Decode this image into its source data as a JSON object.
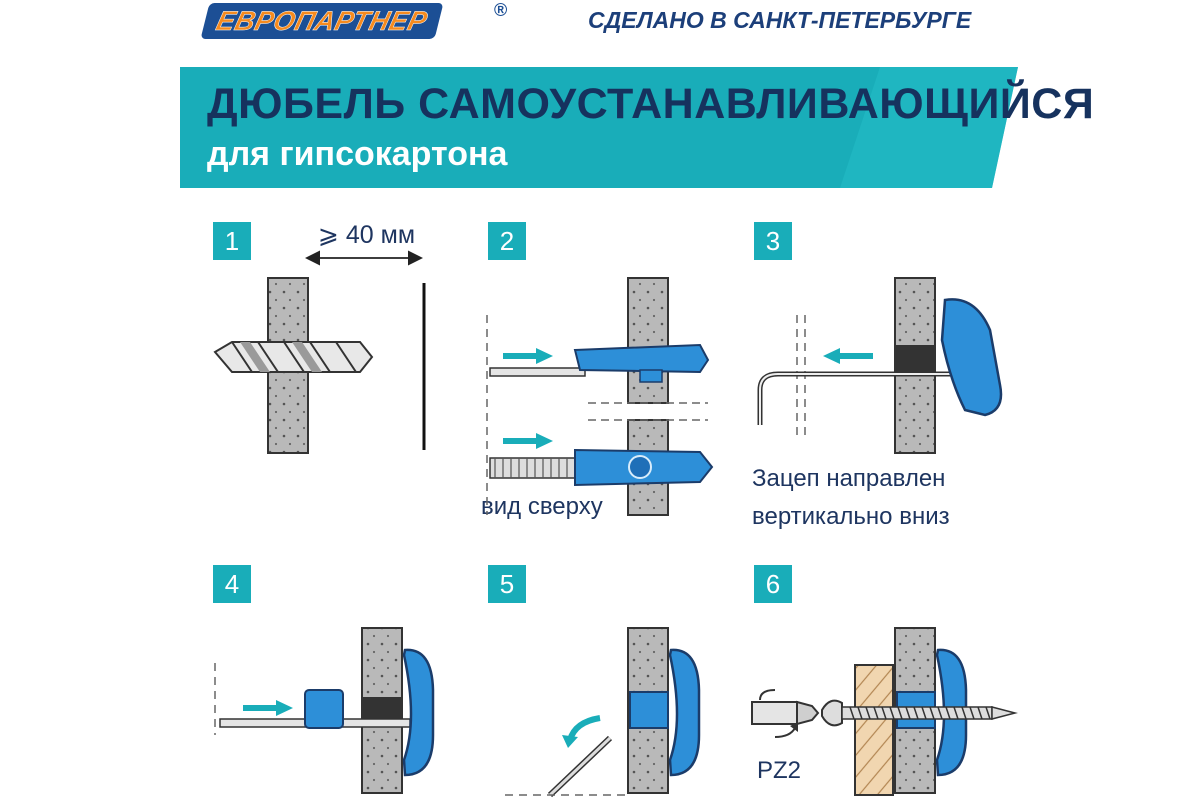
{
  "header": {
    "brand": "ЕВРОПАРТНЕР",
    "registered_mark": "®",
    "made_in": "СДЕЛАНО В САНКТ-ПЕТЕРБУРГЕ"
  },
  "banner": {
    "title": "ДЮБЕЛЬ САМОУСТАНАВЛИВАЮЩИЙСЯ",
    "subtitle": "для гипсокартона"
  },
  "steps": [
    {
      "number": "1",
      "dimension_label": "⩾ 40 мм"
    },
    {
      "number": "2",
      "caption": "вид сверху"
    },
    {
      "number": "3",
      "caption_line1": "Зацеп направлен",
      "caption_line2": "вертикально вниз"
    },
    {
      "number": "4"
    },
    {
      "number": "5"
    },
    {
      "number": "6",
      "tool_label": "PZ2"
    }
  ],
  "colors": {
    "brand_blue": "#1c4f95",
    "brand_orange": "#f68b1f",
    "teal": "#19adb9",
    "navy_text": "#16325e",
    "anchor_blue": "#2d8fd8",
    "drywall_gray": "#b8b8b8"
  }
}
